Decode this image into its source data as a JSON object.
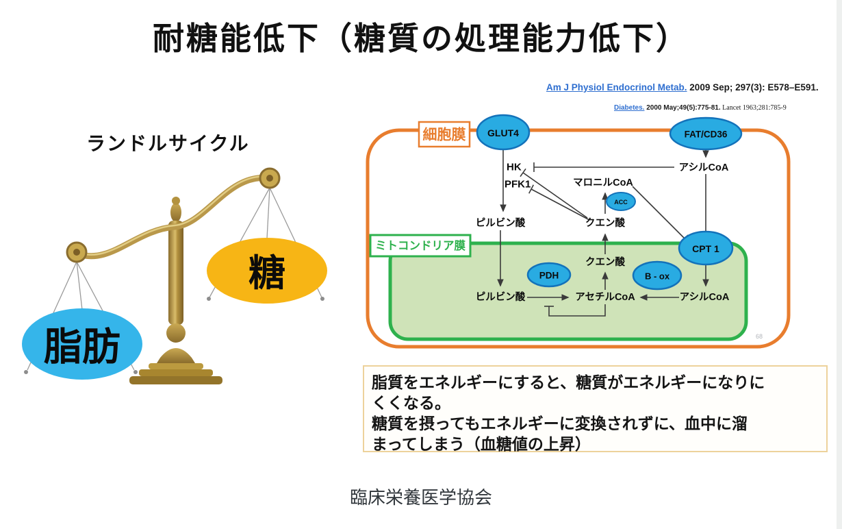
{
  "page": {
    "title": "耐糖能低下（糖質の処理能力低下）",
    "footer": "臨床栄養医学協会",
    "page_number": "68"
  },
  "citations": {
    "line1_link": "Am J Physiol Endocrinol Metab.",
    "line1_rest": " 2009 Sep; 297(3): E578–E591.",
    "line2_link": "Diabetes.",
    "line2_mid": " 2000 May;49(5):775-81.",
    "line2_rest": "  Lancet 1963;281:785-9"
  },
  "randle": {
    "heading": "ランドルサイクル",
    "fat_label": "脂肪",
    "sugar_label": "糖",
    "fat_color": "#35b5ea",
    "sugar_color": "#f7b515"
  },
  "diagram": {
    "cell_membrane_label": "細胞膜",
    "mito_membrane_label": "ミトコンドリア膜",
    "membrane_color": "#e87d2e",
    "mito_color": "#2eb14d",
    "mito_fill": "#cfe3b8",
    "node_fill": "#29abe2",
    "node_stroke": "#1372ba",
    "nodes": {
      "glut4": "GLUT4",
      "fatcd36": "FAT/CD36",
      "cpt1": "CPT 1",
      "pdh": "PDH",
      "box": "B - ox",
      "acc": "ACC"
    },
    "labels": {
      "hk": "HK",
      "pfk1": "PFK1",
      "malonyl": "マロニルCoA",
      "acyl_top": "アシルCoA",
      "pyruvate_top": "ピルビン酸",
      "citrate_top": "クエン酸",
      "citrate_in": "クエン酸",
      "pyruvate_in": "ピルビン酸",
      "acetyl": "アセチルCoA",
      "acyl_in": "アシルCoA"
    }
  },
  "note_box": {
    "text": "脂質をエネルギーにすると、糖質がエネルギーになりに\nくくなる。\n糖質を摂ってもエネルギーに変換されずに、血中に溜\nまってしまう（血糖値の上昇）"
  }
}
